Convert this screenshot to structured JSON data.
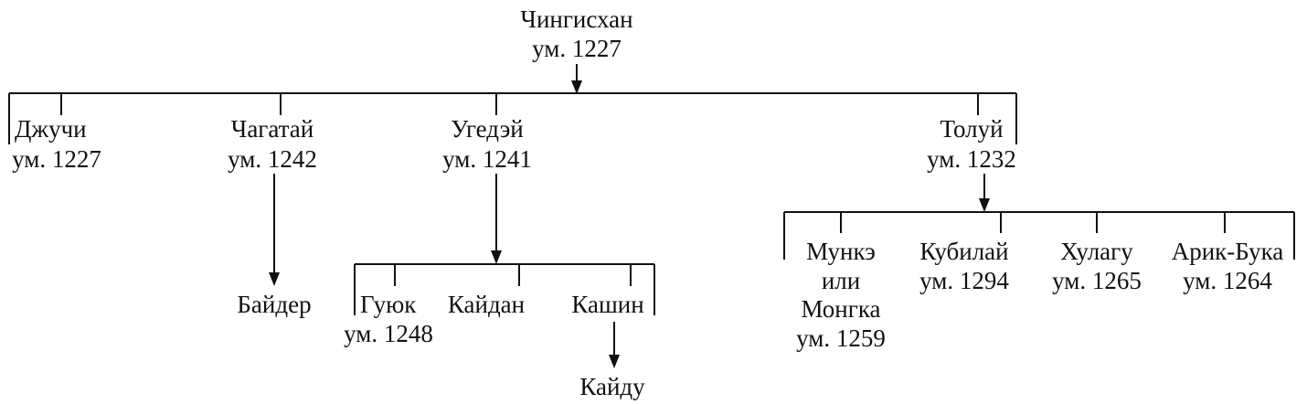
{
  "root": {
    "name": "Чингисхан",
    "death": "ум. 1227"
  },
  "sons": [
    {
      "name": "Джучи",
      "death": "ум. 1227"
    },
    {
      "name": "Чагатай",
      "death": "ум. 1242"
    },
    {
      "name": "Угедэй",
      "death": "ум. 1241"
    },
    {
      "name": "Толуй",
      "death": "ум. 1232"
    }
  ],
  "chagatai_line": {
    "name": "Байдер"
  },
  "ugedei_sons": [
    {
      "name": "Гуюк",
      "death": "ум. 1248"
    },
    {
      "name": "Кайдан"
    },
    {
      "name": "Кашин"
    }
  ],
  "kashin_son": {
    "name": "Кайду"
  },
  "tolui_sons": [
    {
      "name": "Мункэ",
      "alt_or": "или",
      "alt_name": "Монгка",
      "death": "ум. 1259"
    },
    {
      "name": "Кубилай",
      "death": "ум. 1294"
    },
    {
      "name": "Хулагу",
      "death": "ум. 1265"
    },
    {
      "name": "Арик-Бука",
      "death": "ум. 1264"
    }
  ]
}
